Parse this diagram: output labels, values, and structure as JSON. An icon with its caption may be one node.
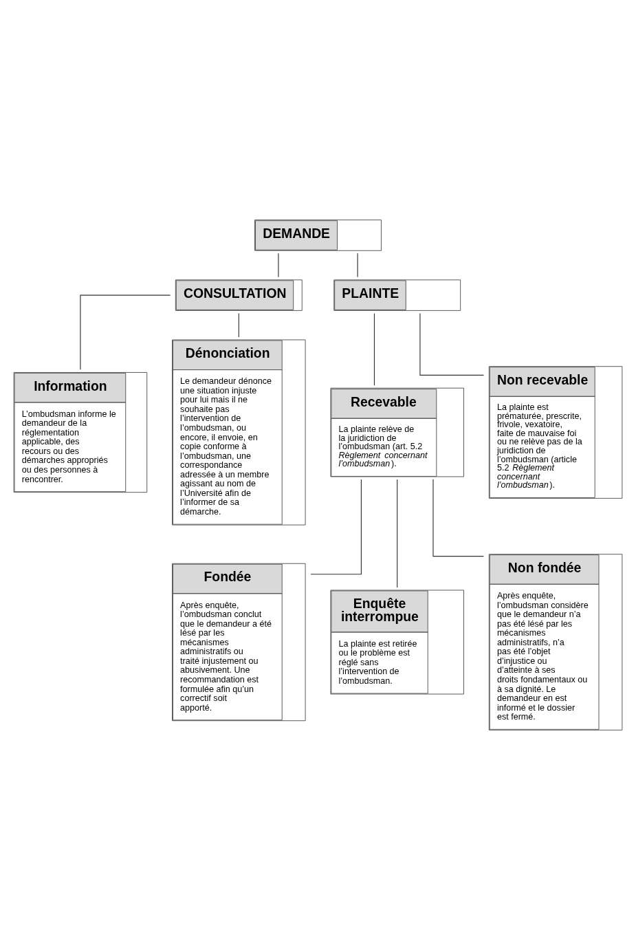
{
  "diagram": {
    "nodes": [
      {
        "text": [
          "DEMANDE"
        ]
      },
      {
        "text": [
          "CONSULTATION"
        ]
      },
      {
        "text": [
          "PLAINTE"
        ]
      },
      {
        "text": [
          "Information",
          "L’ombudsman informe le demandeur de la réglementation applicable, des recours ou des démarches appropriés ou des personnes à rencontrer."
        ]
      },
      {
        "text": [
          "Dénonciation",
          "Le demandeur dénonce une situation injuste pour lui mais il ne souhaite pas l’intervention de l’ombudsman, ou encore, il envoie, en copie conforme à l’ombudsman, une correspondance adressée à un membre agissant au nom de l’Université afin de l’informer de sa démarche."
        ]
      },
      {
        "text": [
          "Recevable",
          "La plainte relève de la juridiction de l’ombudsman (art. 5.2 *Règlement concernant l’ombudsman*)."
        ]
      },
      {
        "text": [
          "Non recevable",
          "La plainte est prématurée, prescrite, frivole, vexatoire, faite de mauvaise foi ou ne relève pas de la juridiction de l’ombudsman (article 5.2 *Règlement concernant l’ombudsman*)."
        ]
      },
      {
        "text": [
          "Fondée",
          "Après enquête, l’ombudsman conclut que le demandeur a été lésé par les mécanismes administratifs ou traité injustement ou abusivement. Une recommandation est formulée afin qu’un correctif soit apporté."
        ]
      },
      {
        "text": [
          "Enquête interrompue",
          "La plainte est retirée ou le problème est réglé sans l’intervention de l’ombudsman."
        ]
      },
      {
        "text": [
          "Non fondée",
          "Après enquête, l’ombudsman considère que le demandeur n’a pas été lésé par les mécanismes administratifs, n’a pas été l’objet d’injustice ou d’atteinte à ses droits fondamentaux ou à sa dignité. Le demandeur en est informé et le dossier est fermé."
        ]
      }
    ],
    "edges": [
      {
        "from": 0,
        "to": 1,
        "arrow": "none"
      },
      {
        "from": 0,
        "to": 2,
        "arrow": "none"
      },
      {
        "from": 1,
        "to": 3,
        "arrow": "none"
      },
      {
        "from": 1,
        "to": 4,
        "arrow": "none"
      },
      {
        "from": 2,
        "to": 5,
        "arrow": "none"
      },
      {
        "from": 2,
        "to": 6,
        "arrow": "none"
      },
      {
        "from": 5,
        "to": 7,
        "arrow": "none"
      },
      {
        "from": 5,
        "to": 8,
        "arrow": "none"
      },
      {
        "from": 5,
        "to": 9,
        "arrow": "none"
      }
    ]
  }
}
